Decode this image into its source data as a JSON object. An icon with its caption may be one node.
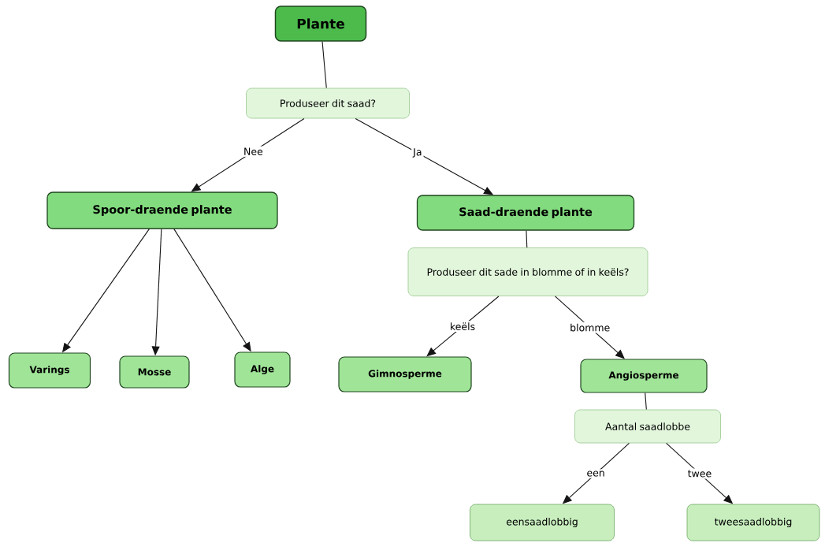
{
  "diagram": {
    "nodes": [
      {
        "text": [
          "Plante"
        ]
      },
      {
        "text": [
          "Produseer dit saad?"
        ]
      },
      {
        "text": [
          "Spoor-draende plante"
        ]
      },
      {
        "text": [
          "Saad-draende plante"
        ]
      },
      {
        "text": [
          "Produseer dit sade in blomme of in keëls?"
        ]
      },
      {
        "text": [
          "Varings"
        ]
      },
      {
        "text": [
          "Mosse"
        ]
      },
      {
        "text": [
          "Alge"
        ]
      },
      {
        "text": [
          "Gimnosperme"
        ]
      },
      {
        "text": [
          "Angiosperme"
        ]
      },
      {
        "text": [
          "Aantal saadlobbe"
        ]
      },
      {
        "text": [
          "eensaadlobbig"
        ]
      },
      {
        "text": [
          "tweesaadlobbig"
        ]
      }
    ],
    "edges": [
      {
        "from": 0,
        "to": 1,
        "arrow": "none"
      },
      {
        "from": 1,
        "to": 2,
        "arrow": "to",
        "label": "Nee"
      },
      {
        "from": 1,
        "to": 3,
        "arrow": "to",
        "label": "Ja"
      },
      {
        "from": 2,
        "to": 5,
        "arrow": "to"
      },
      {
        "from": 2,
        "to": 6,
        "arrow": "to"
      },
      {
        "from": 2,
        "to": 7,
        "arrow": "to"
      },
      {
        "from": 3,
        "to": 4,
        "arrow": "none"
      },
      {
        "from": 4,
        "to": 8,
        "arrow": "to",
        "label": "keëls"
      },
      {
        "from": 4,
        "to": 9,
        "arrow": "to",
        "label": "blomme"
      },
      {
        "from": 9,
        "to": 10,
        "arrow": "none"
      },
      {
        "from": 10,
        "to": 11,
        "arrow": "to",
        "label": "een"
      },
      {
        "from": 10,
        "to": 12,
        "arrow": "to",
        "label": "twee"
      }
    ]
  }
}
